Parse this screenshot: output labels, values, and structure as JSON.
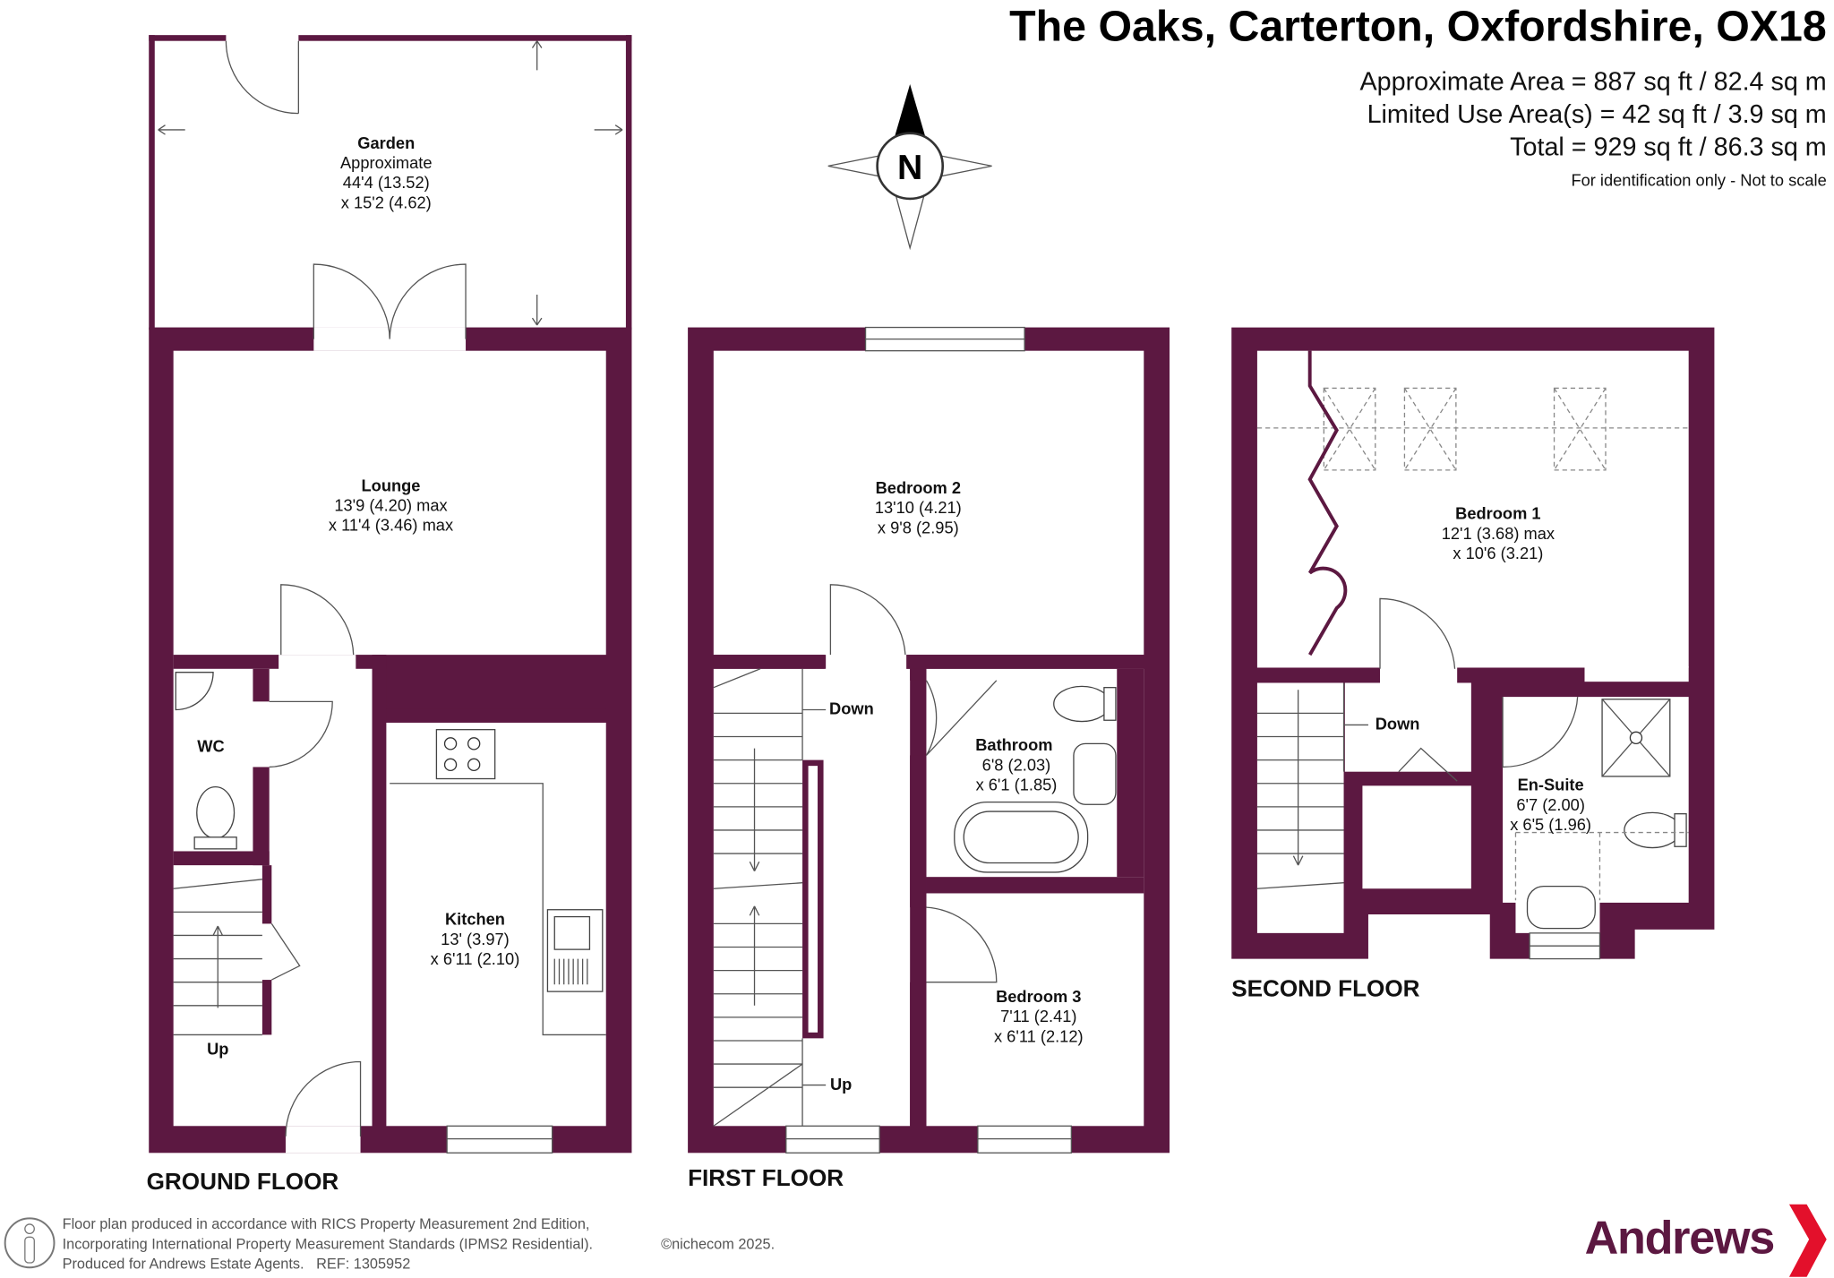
{
  "header": {
    "title": "The Oaks, Carterton, Oxfordshire, OX18",
    "approx_area": "Approximate Area = 887 sq ft / 82.4 sq m",
    "limited_use": "Limited Use Area(s) = 42 sq ft / 3.9 sq m",
    "total": "Total = 929 sq ft / 86.3 sq m",
    "disclaimer": "For identification only - Not to scale"
  },
  "compass": {
    "label": "N"
  },
  "colors": {
    "wall": "#5c1841",
    "brand_red": "#e3102b"
  },
  "ground_floor": {
    "label": "GROUND FLOOR",
    "garden": {
      "name": "Garden",
      "line1": "Approximate",
      "line2": "44'4 (13.52)",
      "line3": "x 15'2 (4.62)"
    },
    "lounge": {
      "name": "Lounge",
      "line1": "13'9 (4.20) max",
      "line2": "x 11'4 (3.46) max"
    },
    "wc": {
      "name": "WC"
    },
    "kitchen": {
      "name": "Kitchen",
      "line1": "13' (3.97)",
      "line2": "x 6'11 (2.10)"
    },
    "stairs": "Up"
  },
  "first_floor": {
    "label": "FIRST FLOOR",
    "bedroom2": {
      "name": "Bedroom 2",
      "line1": "13'10 (4.21)",
      "line2": "x 9'8 (2.95)"
    },
    "bathroom": {
      "name": "Bathroom",
      "line1": "6'8 (2.03)",
      "line2": "x 6'1 (1.85)"
    },
    "bedroom3": {
      "name": "Bedroom 3",
      "line1": "7'11 (2.41)",
      "line2": "x 6'11 (2.12)"
    },
    "stairs_down": "Down",
    "stairs_up": "Up"
  },
  "second_floor": {
    "label": "SECOND FLOOR",
    "bedroom1": {
      "name": "Bedroom 1",
      "line1": "12'1 (3.68) max",
      "line2": "x 10'6 (3.21)"
    },
    "ensuite": {
      "name": "En-Suite",
      "line1": "6'7 (2.00)",
      "line2": "x 6'5 (1.96)"
    },
    "stairs_down": "Down"
  },
  "footer": {
    "line1": "Floor plan produced in accordance with RICS Property Measurement 2nd Edition,",
    "line2": "Incorporating International Property Measurement Standards (IPMS2 Residential).",
    "copyright": "©nichecom 2025.",
    "line3": "Produced for Andrews Estate Agents.   REF: 1305952",
    "brand": "Andrews"
  }
}
